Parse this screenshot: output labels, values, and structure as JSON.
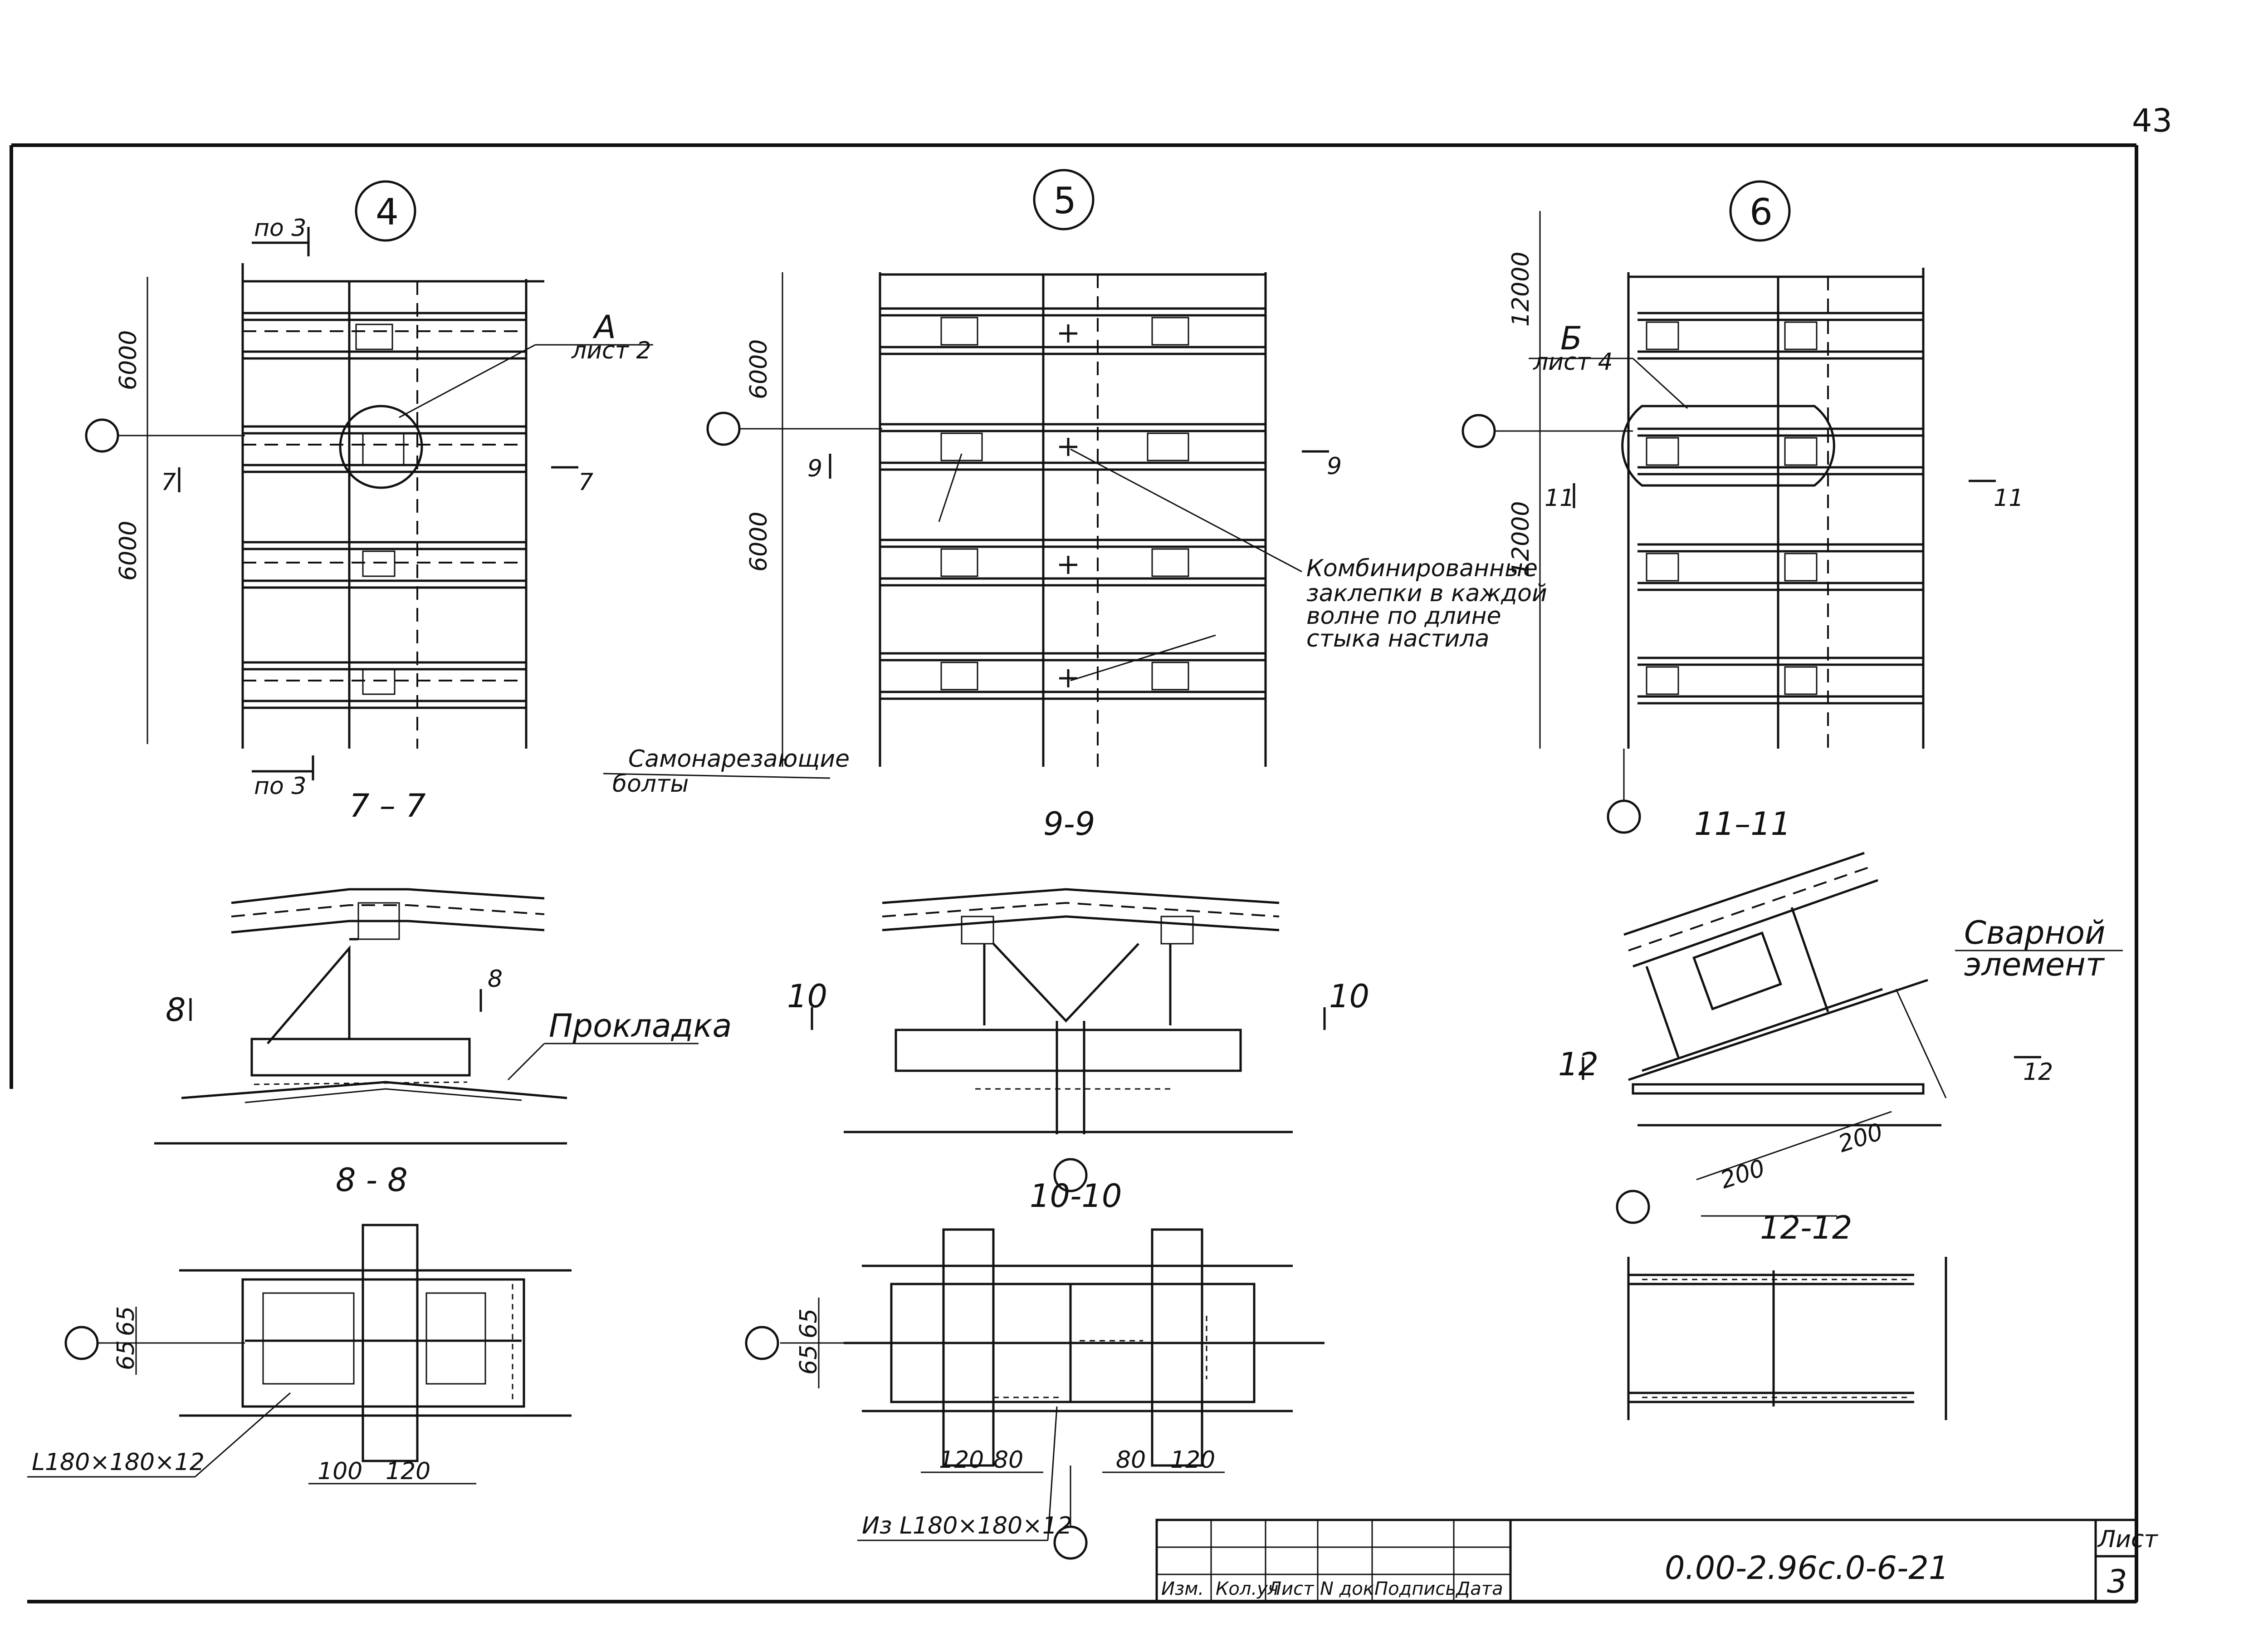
{
  "sheet": {
    "page_number": "43",
    "frame_sheet_label": "Лист",
    "frame_sheet_number": "3",
    "document_code": "0.00-2.96с.0-6-21"
  },
  "title_block": {
    "columns": [
      "Изм.",
      "Кол.уч",
      "Лист",
      "N док.",
      "Подпись",
      "Дата"
    ]
  },
  "detail_4": {
    "mark": "4",
    "dim_top": "6000",
    "dim_bottom": "6000",
    "pos_top": "по 3",
    "pos_bottom": "по 3",
    "callout_letter": "А",
    "callout_sheet": "лист 2",
    "section_mark": "7"
  },
  "detail_5": {
    "mark": "5",
    "dim_top": "6000",
    "dim_bottom": "6000",
    "section_mark": "9",
    "note_line1": "Комбинированные",
    "note_line2": "заклепки в каждой",
    "note_line3": "волне по длине",
    "note_line4": "стыка настила"
  },
  "detail_6": {
    "mark": "6",
    "dim_top": "12000",
    "dim_bottom": "12000",
    "callout_letter": "Б",
    "callout_sheet": "лист 4",
    "section_mark": "11"
  },
  "notes": {
    "bolts_line1": "Самонарезающие",
    "bolts_line2": "болты",
    "gasket": "Прокладка",
    "welded_line1": "Сварной",
    "welded_line2": "элемент"
  },
  "sections": {
    "s7": "7 – 7",
    "s8": "8 - 8",
    "s9": "9-9",
    "s10": "10-10",
    "s11": "11–11",
    "s12": "12-12",
    "mark8": "8",
    "mark10": "10",
    "mark12": "12"
  },
  "dimensions": {
    "d65a": "65",
    "d65b": "65",
    "d65c": "65",
    "d65d": "65",
    "d100": "100",
    "d120a": "120",
    "d120b": "120",
    "d120c": "120",
    "d80a": "80",
    "d80b": "80",
    "d200a": "200",
    "d200b": "200"
  },
  "profiles": {
    "angle": "L180×180×12",
    "angle_from": "Из L180×180×12"
  }
}
